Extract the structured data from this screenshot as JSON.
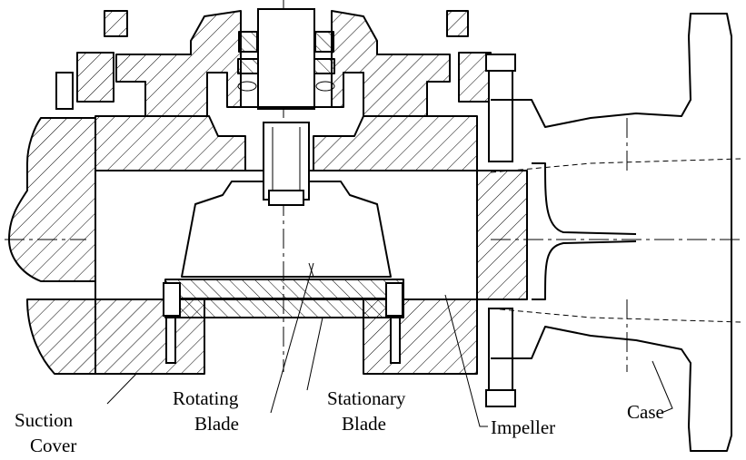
{
  "labels": {
    "suction_cover_line1": "Suction",
    "suction_cover_line2": "Cover",
    "rotating_blade_line1": "Rotating",
    "rotating_blade_line2": "Blade",
    "stationary_blade_line1": "Stationary",
    "stationary_blade_line2": "Blade",
    "impeller": "Impeller",
    "case": "Case"
  }
}
